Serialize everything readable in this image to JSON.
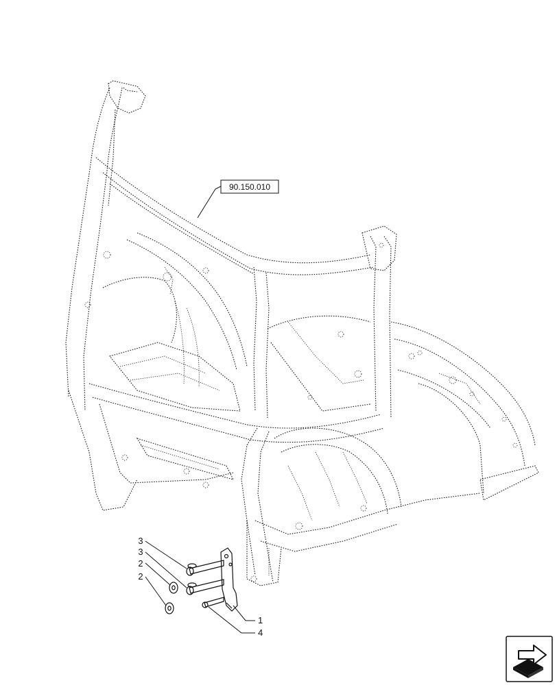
{
  "diagram": {
    "reference_label": "90.150.010",
    "callouts": [
      {
        "number": "3"
      },
      {
        "number": "3"
      },
      {
        "number": "2"
      },
      {
        "number": "2"
      },
      {
        "number": "1"
      },
      {
        "number": "4"
      }
    ],
    "nav_icon": "page-forward-arrow-icon"
  }
}
